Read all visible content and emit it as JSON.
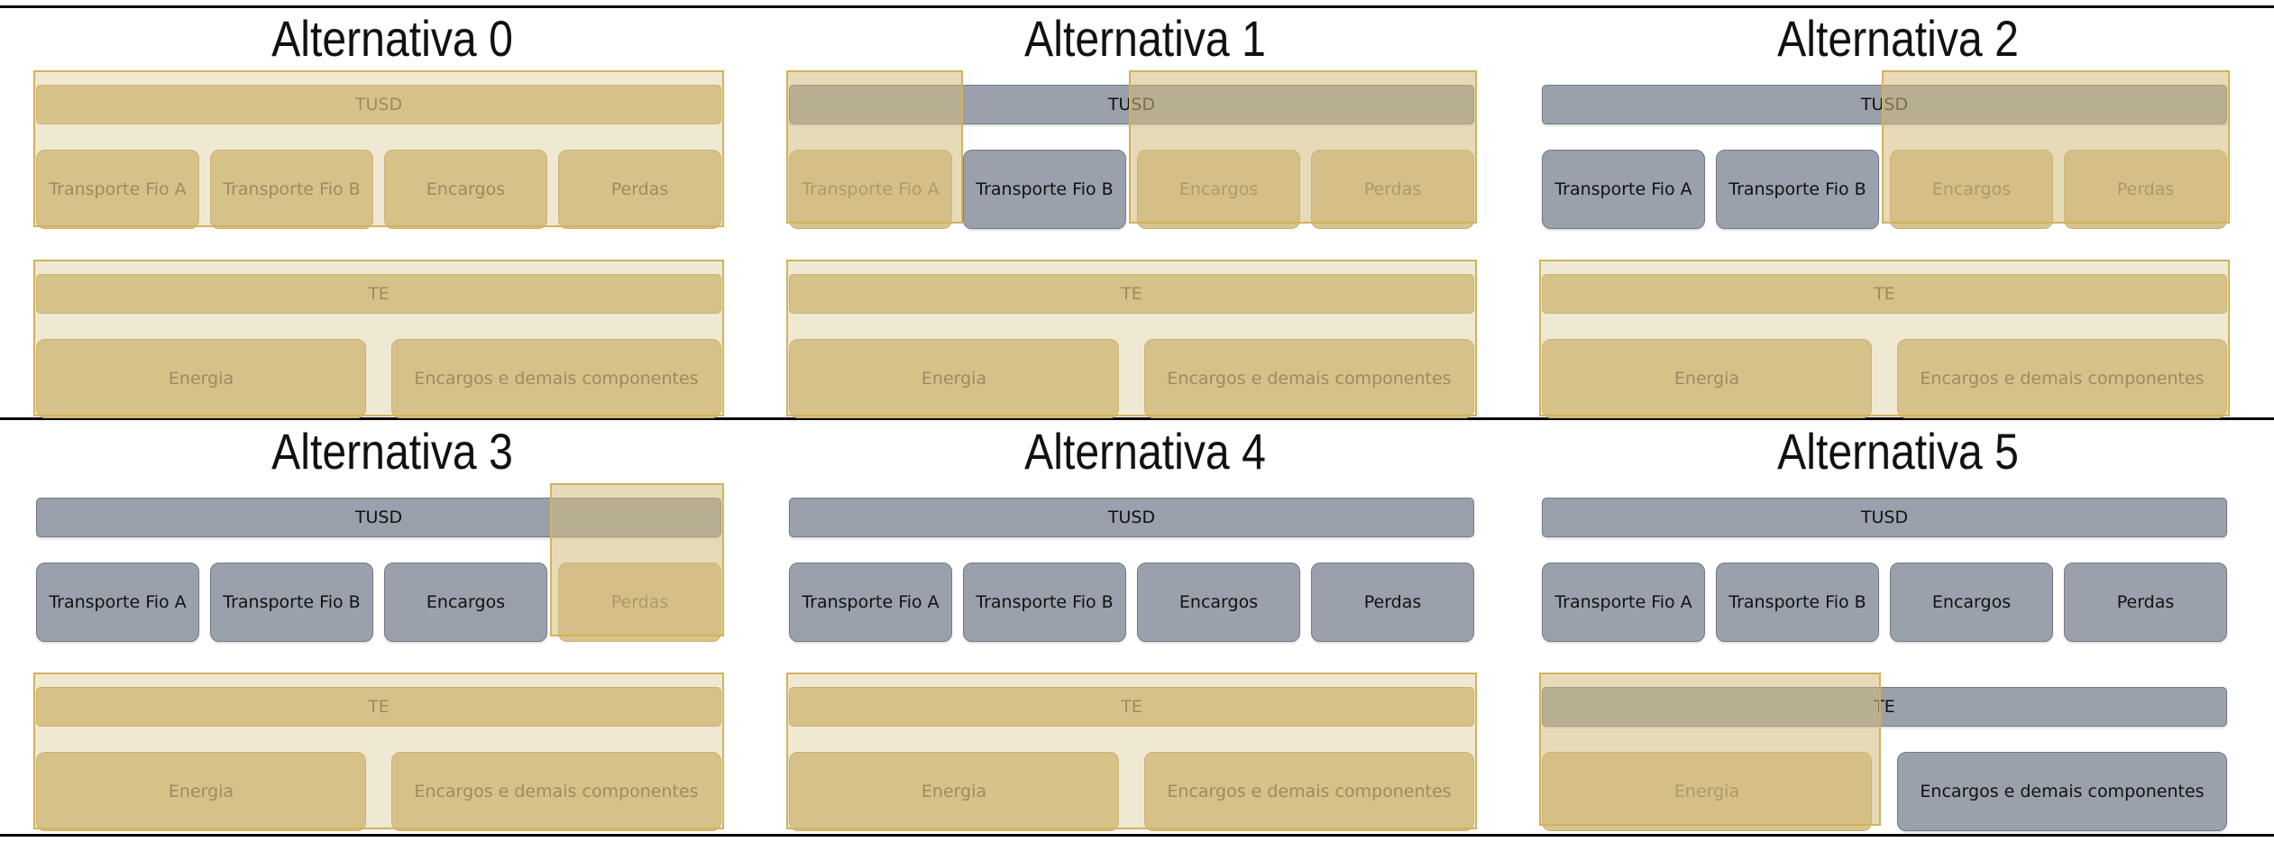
{
  "labels": {
    "tusd": "TUSD",
    "te": "TE",
    "fio_a": "Transporte Fio A",
    "fio_b": "Transporte Fio B",
    "encargos": "Encargos",
    "perdas": "Perdas",
    "energia": "Energia",
    "encargos_demais": "Encargos e demais componentes"
  },
  "alternatives": [
    {
      "title": "Alternativa 0",
      "tusd": {
        "bar": "shaded",
        "fio_a": "shaded",
        "fio_b": "shaded",
        "encargos": "shaded",
        "perdas": "shaded"
      },
      "te": {
        "bar": "shaded",
        "energia": "shaded",
        "encargos_demais": "shaded"
      }
    },
    {
      "title": "Alternativa 1",
      "tusd": {
        "bar": "partial",
        "fio_a": "shaded",
        "fio_b": "grey",
        "encargos": "shaded",
        "perdas": "shaded"
      },
      "te": {
        "bar": "shaded",
        "energia": "shaded",
        "encargos_demais": "shaded"
      }
    },
    {
      "title": "Alternativa 2",
      "tusd": {
        "bar": "partial",
        "fio_a": "grey",
        "fio_b": "grey",
        "encargos": "shaded",
        "perdas": "shaded"
      },
      "te": {
        "bar": "shaded",
        "energia": "shaded",
        "encargos_demais": "shaded"
      }
    },
    {
      "title": "Alternativa 3",
      "tusd": {
        "bar": "partial",
        "fio_a": "grey",
        "fio_b": "grey",
        "encargos": "grey",
        "perdas": "shaded"
      },
      "te": {
        "bar": "shaded",
        "energia": "shaded",
        "encargos_demais": "shaded"
      }
    },
    {
      "title": "Alternativa 4",
      "tusd": {
        "bar": "grey",
        "fio_a": "grey",
        "fio_b": "grey",
        "encargos": "grey",
        "perdas": "grey"
      },
      "te": {
        "bar": "shaded",
        "energia": "shaded",
        "encargos_demais": "shaded"
      }
    },
    {
      "title": "Alternativa 5",
      "tusd": {
        "bar": "grey",
        "fio_a": "grey",
        "fio_b": "grey",
        "encargos": "grey",
        "perdas": "grey"
      },
      "te": {
        "bar": "partial",
        "energia": "shaded",
        "encargos_demais": "grey"
      }
    }
  ],
  "colors": {
    "grey": "#9aa0ac",
    "shaded": "#d9c48e",
    "overlay_border": "#d4b25a"
  }
}
